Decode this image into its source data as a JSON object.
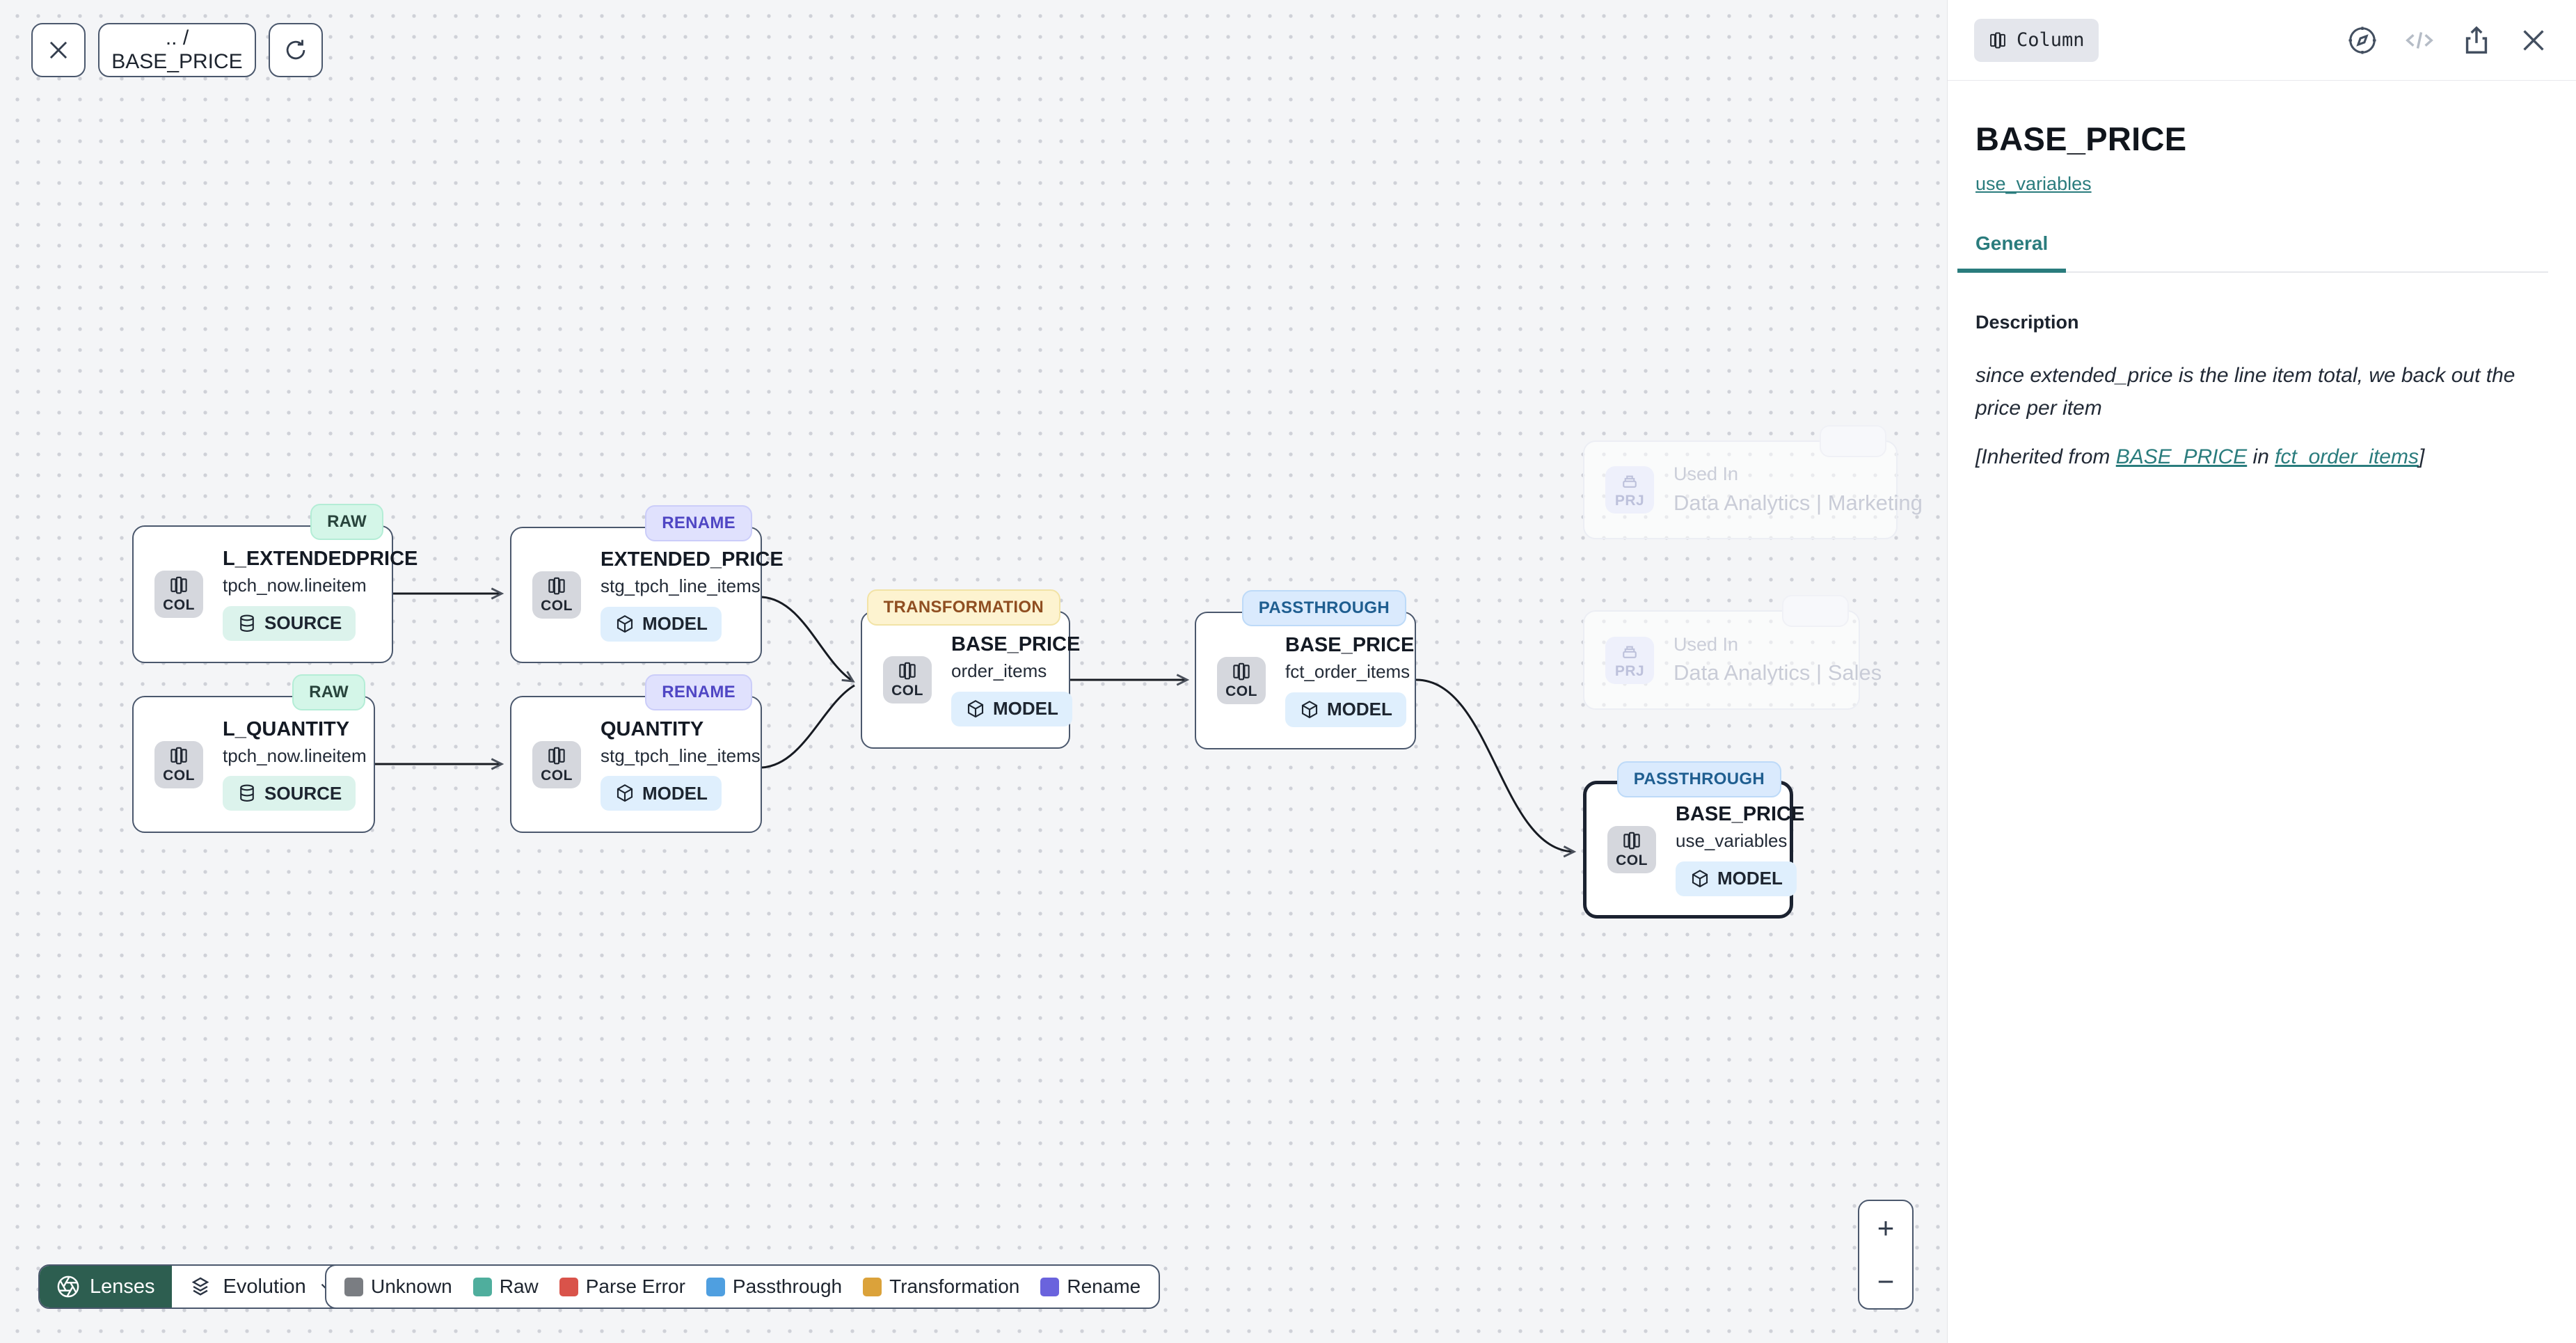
{
  "toolbar": {
    "breadcrumb": ".. / BASE_PRICE"
  },
  "canvas": {
    "nodes": [
      {
        "lens": "RAW",
        "title": "L_EXTENDEDPRICE",
        "subtitle": "tpch_now.lineitem",
        "kind": "COL",
        "type": "SOURCE"
      },
      {
        "lens": "RENAME",
        "title": "EXTENDED_PRICE",
        "subtitle": "stg_tpch_line_items",
        "kind": "COL",
        "type": "MODEL"
      },
      {
        "lens": "RAW",
        "title": "L_QUANTITY",
        "subtitle": "tpch_now.lineitem",
        "kind": "COL",
        "type": "SOURCE"
      },
      {
        "lens": "RENAME",
        "title": "QUANTITY",
        "subtitle": "stg_tpch_line_items",
        "kind": "COL",
        "type": "MODEL"
      },
      {
        "lens": "TRANSFORMATION",
        "title": "BASE_PRICE",
        "subtitle": "order_items",
        "kind": "COL",
        "type": "MODEL"
      },
      {
        "lens": "PASSTHROUGH",
        "title": "BASE_PRICE",
        "subtitle": "fct_order_items",
        "kind": "COL",
        "type": "MODEL"
      },
      {
        "lens": "PASSTHROUGH",
        "title": "BASE_PRICE",
        "subtitle": "use_variables",
        "kind": "COL",
        "type": "MODEL"
      }
    ],
    "ghost_nodes": [
      {
        "label": "Used In",
        "title": "Data Analytics | Marketing",
        "kind": "PRJ"
      },
      {
        "label": "Used In",
        "title": "Data Analytics | Sales",
        "kind": "PRJ"
      }
    ]
  },
  "lenses": {
    "button_label": "Lenses",
    "selected_lens": "Evolution"
  },
  "legend": {
    "items": [
      {
        "label": "Unknown",
        "color": "#7a7d82"
      },
      {
        "label": "Raw",
        "color": "#4fae9d"
      },
      {
        "label": "Parse Error",
        "color": "#d9534a"
      },
      {
        "label": "Passthrough",
        "color": "#4f9fe0"
      },
      {
        "label": "Transformation",
        "color": "#dba23a"
      },
      {
        "label": "Rename",
        "color": "#6a63dd"
      }
    ]
  },
  "zoom_controls": {
    "zoom_in": "+",
    "zoom_out": "−"
  },
  "panel": {
    "type_chip": "Column",
    "title": "BASE_PRICE",
    "parent_link": "use_variables",
    "tab": "General",
    "description": {
      "heading": "Description",
      "text": "since extended_price is the line item total, we back out the price per item",
      "inherited_prefix": "[Inherited from ",
      "inherited_link_column": "BASE_PRICE",
      "inherited_infix": " in ",
      "inherited_link_model": "fct_order_items",
      "inherited_suffix": "]"
    }
  }
}
